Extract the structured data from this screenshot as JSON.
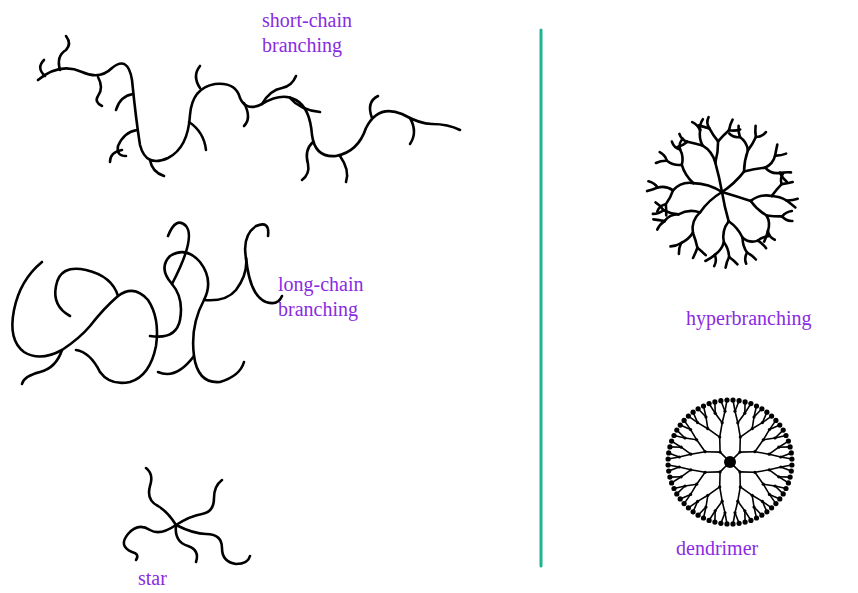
{
  "diagram": {
    "labels": [
      "short-chain branching",
      "long-chain branching",
      "star",
      "hyperbranching",
      "dendrimer"
    ]
  }
}
